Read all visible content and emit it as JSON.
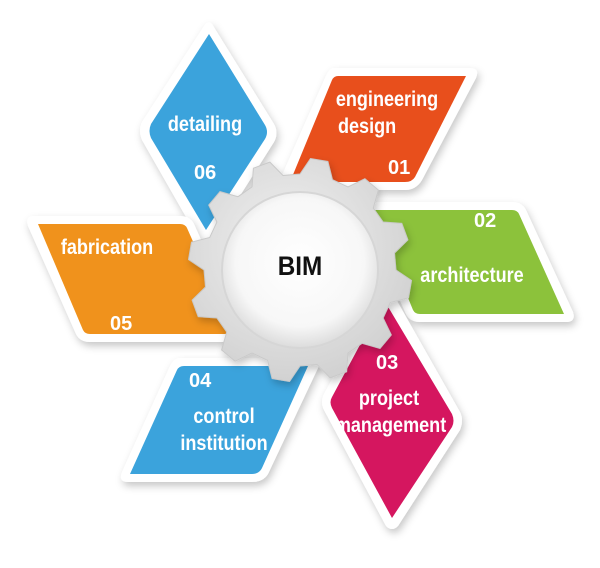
{
  "center": {
    "label": "BIM"
  },
  "segments": [
    {
      "number": "01",
      "lines": [
        "engineering",
        "design"
      ],
      "color": "#e8501f"
    },
    {
      "number": "02",
      "lines": [
        "architecture"
      ],
      "color": "#8cc23b"
    },
    {
      "number": "03",
      "lines": [
        "project",
        "management"
      ],
      "color": "#d5195f"
    },
    {
      "number": "04",
      "lines": [
        "control",
        "institution"
      ],
      "color": "#3ba3dc"
    },
    {
      "number": "05",
      "lines": [
        "fabrication"
      ],
      "color": "#f0921a"
    },
    {
      "number": "06",
      "lines": [
        "detailing"
      ],
      "color": "#3ba3dc"
    }
  ],
  "gear_color": "#e3e3e3"
}
